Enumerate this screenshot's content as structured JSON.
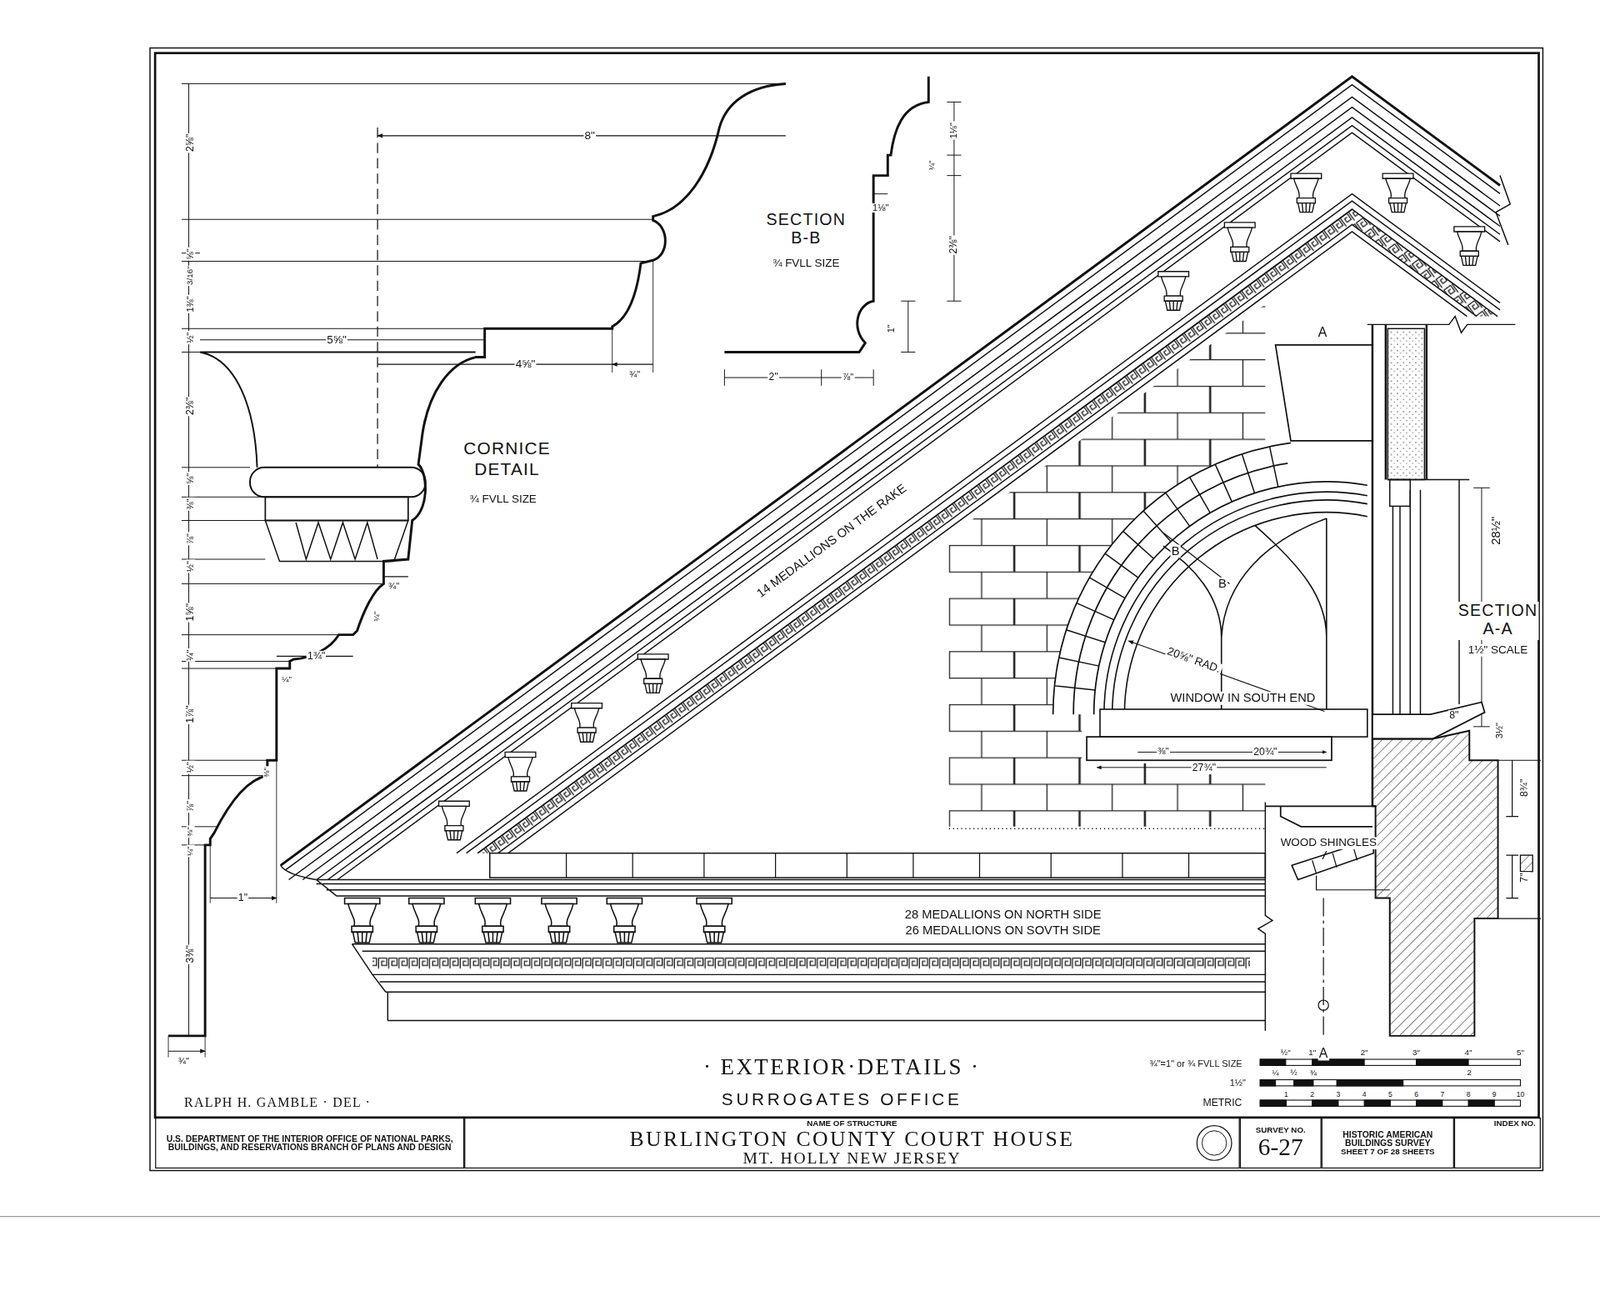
{
  "diagram": {
    "title": "· EXTERIOR·DETAILS ·",
    "caption": "SURROGATES OFFICE",
    "nodes": [
      {
        "text": [
          "U.S. DEPARTMENT OF THE INTERIOR OFFICE OF NATIONAL PARKS, BUILDINGS, AND RESERVATIONS BRANCH OF PLANS AND DESIGN"
        ]
      },
      {
        "text": [
          "NAME OF STRUCTURE",
          "BURLINGTON COUNTY COURT HOUSE",
          "MT. HOLLY NEW JERSEY"
        ]
      },
      {
        "text": [
          "SURVEY NO.",
          "6-27"
        ]
      },
      {
        "text": [
          "HISTORIC AMERICAN BUILDINGS SURVEY",
          "SHEET 7 OF 28 SHEETS"
        ]
      },
      {
        "text": [
          "INDEX NO."
        ]
      }
    ],
    "labels": [
      "2⅝\"",
      "⅝\"",
      "3/16\"",
      "1⅜\"",
      "½\"",
      "2⅜\"",
      "⅝\"",
      "⅜\"",
      "⅞\"",
      "½\"",
      "1⅝\"",
      "¼\"",
      "1⅞\"",
      "½\"",
      "⅞\"",
      "⅜\"",
      "¼\"",
      "3⅜\"",
      "¾\"",
      "8\"",
      "5⅝\"",
      "4⅝\"",
      "¾\"",
      "¾\"",
      "¼\"",
      "1¾\"",
      "¼\"",
      "⅜\"",
      "1\"",
      "CORNICE DETAIL",
      "¾ FVLL SIZE",
      "SECTION B-B",
      "¾ FVLL SIZE",
      "1⅛\"",
      "¼\"",
      "1⅛\"",
      "2⅜\"",
      "1\"",
      "2\"",
      "⅞\"",
      "14 MEDALLIONS ON THE RAKE",
      "28 MEDALLIONS ON NORTH SIDE",
      "26 MEDALLIONS ON SOVTH SIDE",
      "A",
      "B",
      "B",
      "20⅝\" RAD.",
      "WINDOW IN SOUTH END",
      "⅜\"",
      "20¾\"",
      "27¾\"",
      "28½\"",
      "SECTION A-A",
      "1½\" SCALE",
      "8\"",
      "3½\"",
      "8¾\"",
      "7\"",
      "WOOD SHINGLES",
      "A",
      "¾\"=1\" or ¾ FVLL SIZE",
      "1½\"",
      "METRIC",
      "½\"",
      "1\"",
      "2\"",
      "3\"",
      "4\"",
      "5\"",
      "¼",
      "½",
      "¾",
      "2",
      "1",
      "2",
      "3",
      "4",
      "5",
      "6",
      "7",
      "8",
      "9",
      "10",
      "RALPH H. GAMBLE · DEL ·"
    ]
  }
}
